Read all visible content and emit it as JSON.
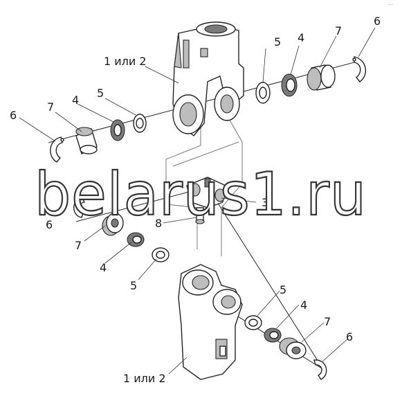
{
  "watermark": "belarus1.ru",
  "corner_mark": "···",
  "callouts": {
    "top_yoke": "1 или 2",
    "bottom_yoke": "1 или 2",
    "cross": "3",
    "seal_top_right": "4",
    "seal_top_left": "4",
    "seal_mid_left": "4",
    "seal_bottom_right": "4",
    "washer_top_right": "5",
    "washer_top_left": "5",
    "washer_mid_left": "5",
    "washer_bottom_right": "5",
    "ring_top_right": "6",
    "ring_top_left": "6",
    "ring_mid_left": "6",
    "ring_bottom_right": "6",
    "bearing_top_right": "7",
    "bearing_top_left": "7",
    "bearing_mid_left": "7",
    "bearing_bottom_right": "7",
    "grease_fitting": "8"
  }
}
